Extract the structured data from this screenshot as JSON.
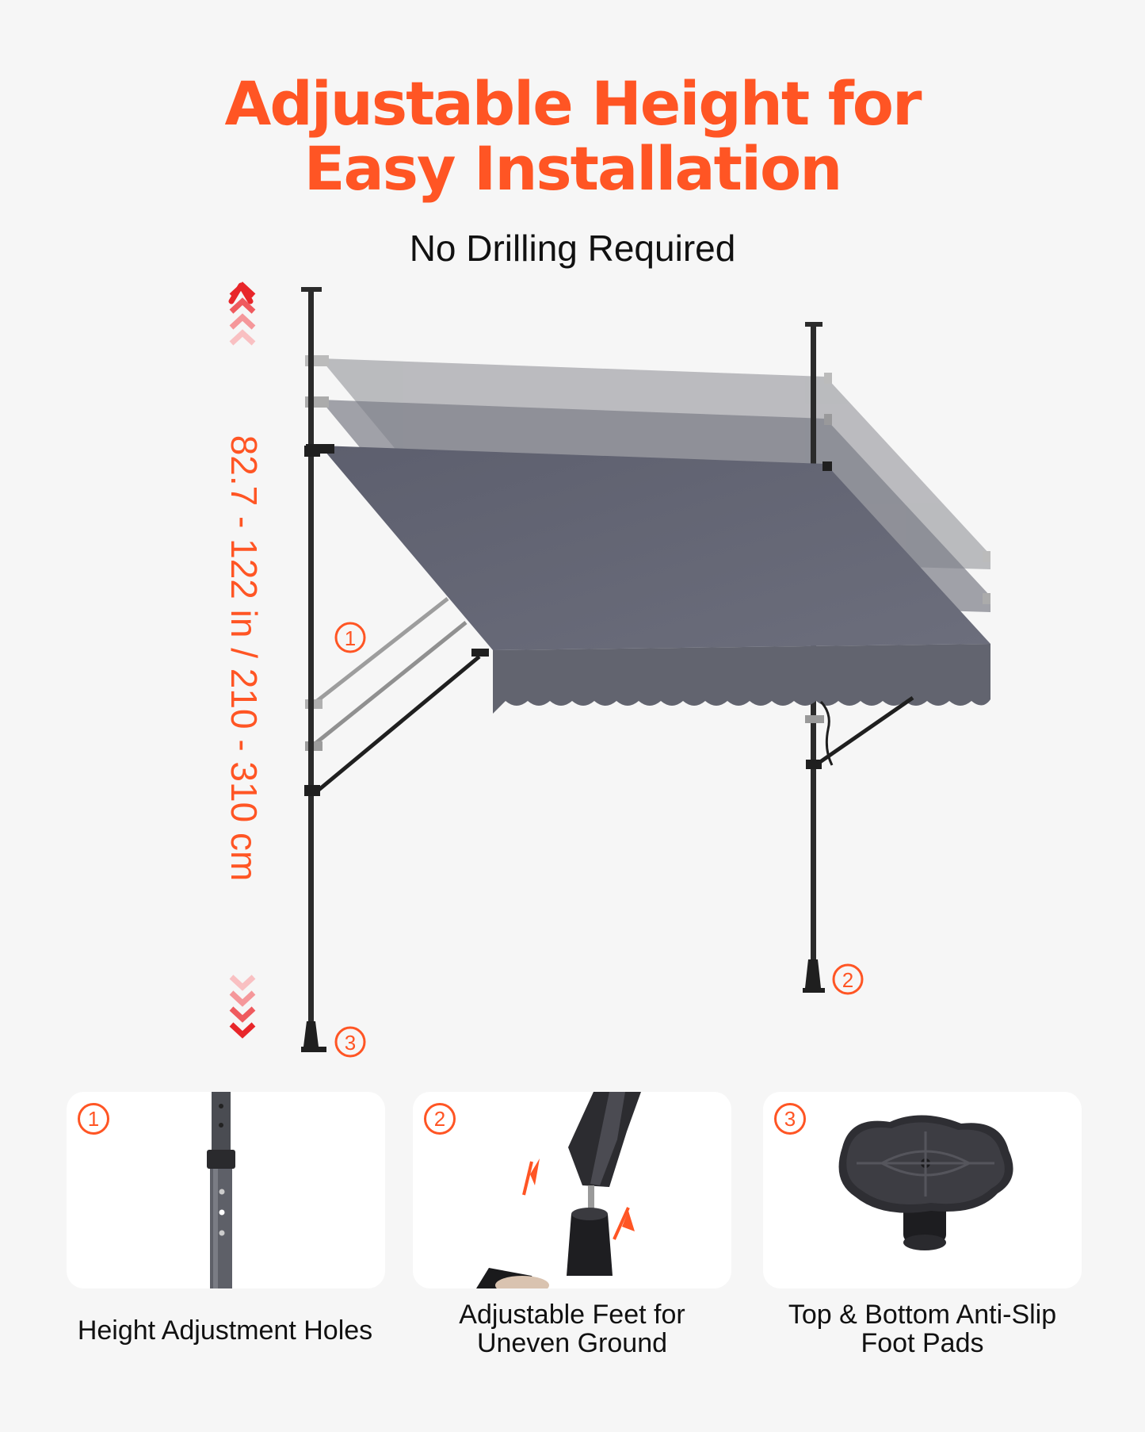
{
  "title": {
    "line1": "Adjustable Height for",
    "line2": "Easy Installation"
  },
  "subtitle": "No Drilling Required",
  "dimension_label": "82.7 - 122 in / 210 - 310 cm",
  "callouts": {
    "one": "1",
    "two": "2",
    "three": "3"
  },
  "features": [
    {
      "number": "1",
      "caption": "Height Adjustment Holes"
    },
    {
      "number": "2",
      "caption_line1": "Adjustable Feet for",
      "caption_line2": "Uneven Ground"
    },
    {
      "number": "3",
      "caption_line1": "Top & Bottom Anti-Slip",
      "caption_line2": "Foot Pads"
    }
  ],
  "colors": {
    "accent": "#ff5524",
    "fabric": "#646675",
    "pole": "#2b2b2b",
    "background": "#f6f6f6"
  },
  "icons": {
    "up_arrows": "chevron-up-icon",
    "down_arrows": "chevron-down-icon"
  }
}
